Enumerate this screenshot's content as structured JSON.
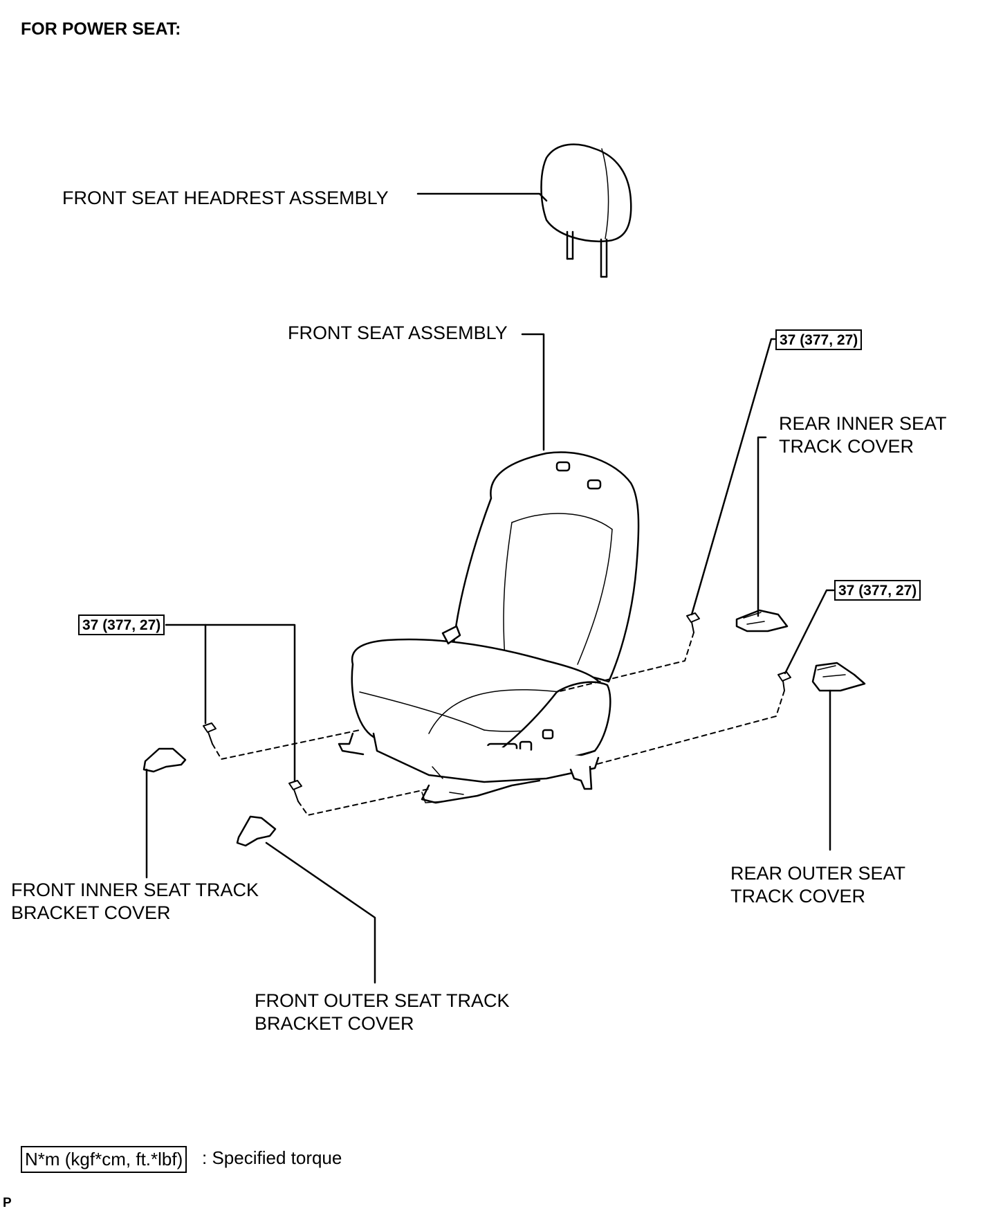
{
  "heading": "FOR POWER SEAT:",
  "labels": {
    "headrest": "FRONT SEAT HEADREST ASSEMBLY",
    "seat": "FRONT SEAT ASSEMBLY",
    "rear_inner_1": "REAR  INNER SEAT",
    "rear_inner_2": "TRACK COVER",
    "rear_outer_1": "REAR OUTER SEAT",
    "rear_outer_2": "TRACK COVER",
    "front_inner_1": "FRONT INNER SEAT TRACK",
    "front_inner_2": "BRACKET COVER",
    "front_outer_1": "FRONT OUTER SEAT TRACK",
    "front_outer_2": "BRACKET COVER"
  },
  "torque": {
    "rear_inner": "37 (377, 27)",
    "rear_outer": "37 (377, 27)",
    "front": "37 (377, 27)"
  },
  "legend": {
    "box": "N*m (kgf*cm, ft.*lbf)",
    "text": ": Specified torque"
  },
  "footer_code": "P"
}
